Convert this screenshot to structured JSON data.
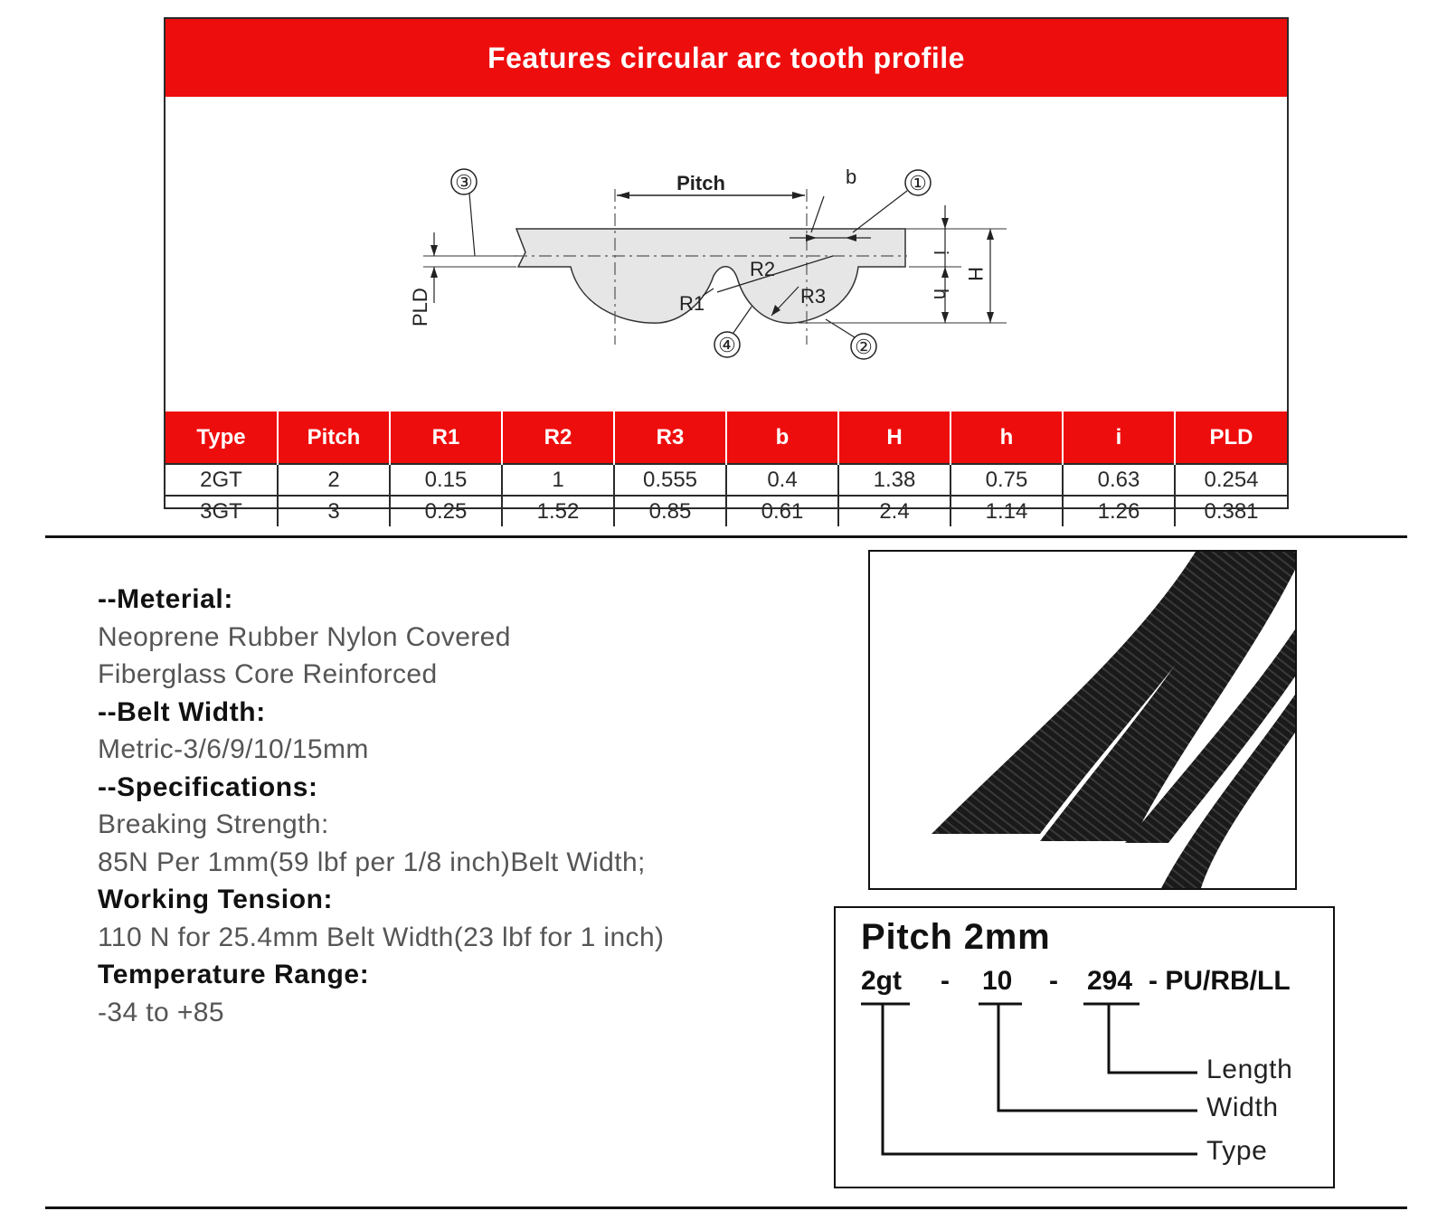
{
  "feature_header": "Features circular arc tooth profile",
  "diagram": {
    "pitch_label": "Pitch",
    "b_label": "b",
    "r1_label": "R1",
    "r2_label": "R2",
    "r3_label": "R3",
    "i_label": "i",
    "h_label": "h",
    "H_label": "H",
    "pld_label": "PLD",
    "callout_1": "①",
    "callout_2": "②",
    "callout_3": "③",
    "callout_4": "④"
  },
  "spec_table": {
    "headers": [
      "Type",
      "Pitch",
      "R1",
      "R2",
      "R3",
      "b",
      "H",
      "h",
      "i",
      "PLD"
    ],
    "rows": [
      [
        "2GT",
        "2",
        "0.15",
        "1",
        "0.555",
        "0.4",
        "1.38",
        "0.75",
        "0.63",
        "0.254"
      ],
      [
        "3GT",
        "3",
        "0.25",
        "1.52",
        "0.85",
        "0.61",
        "2.4",
        "1.14",
        "1.26",
        "0.381"
      ]
    ]
  },
  "description": {
    "material_heading": "--Meterial:",
    "material_line1": "Neoprene Rubber Nylon Covered",
    "material_line2": "Fiberglass Core Reinforced",
    "width_heading": "--Belt Width:",
    "width_text": "Metric-3/6/9/10/15mm",
    "spec_heading": "--Specifications:",
    "spec_line1": "Breaking Strength:",
    "spec_line2": "85N Per 1mm(59 lbf per 1/8 inch)Belt Width;",
    "tension_heading": "Working Tension:",
    "tension_text": "110 N for 25.4mm Belt Width(23 lbf for 1 inch)",
    "temp_heading": "Temperature Range:",
    "temp_text": "-34 to +85"
  },
  "code_legend": {
    "title": "Pitch 2mm",
    "type_code": "2gt",
    "width_code": "10",
    "length_code": "294",
    "suffix": "- PU/RB/LL",
    "separator": "-",
    "length_label": "Length",
    "width_label": "Width",
    "type_label": "Type"
  },
  "colors": {
    "header_red": "#ee0d0d",
    "belt_black": "#1a1a1a",
    "profile_fill": "#e6e6e6"
  }
}
